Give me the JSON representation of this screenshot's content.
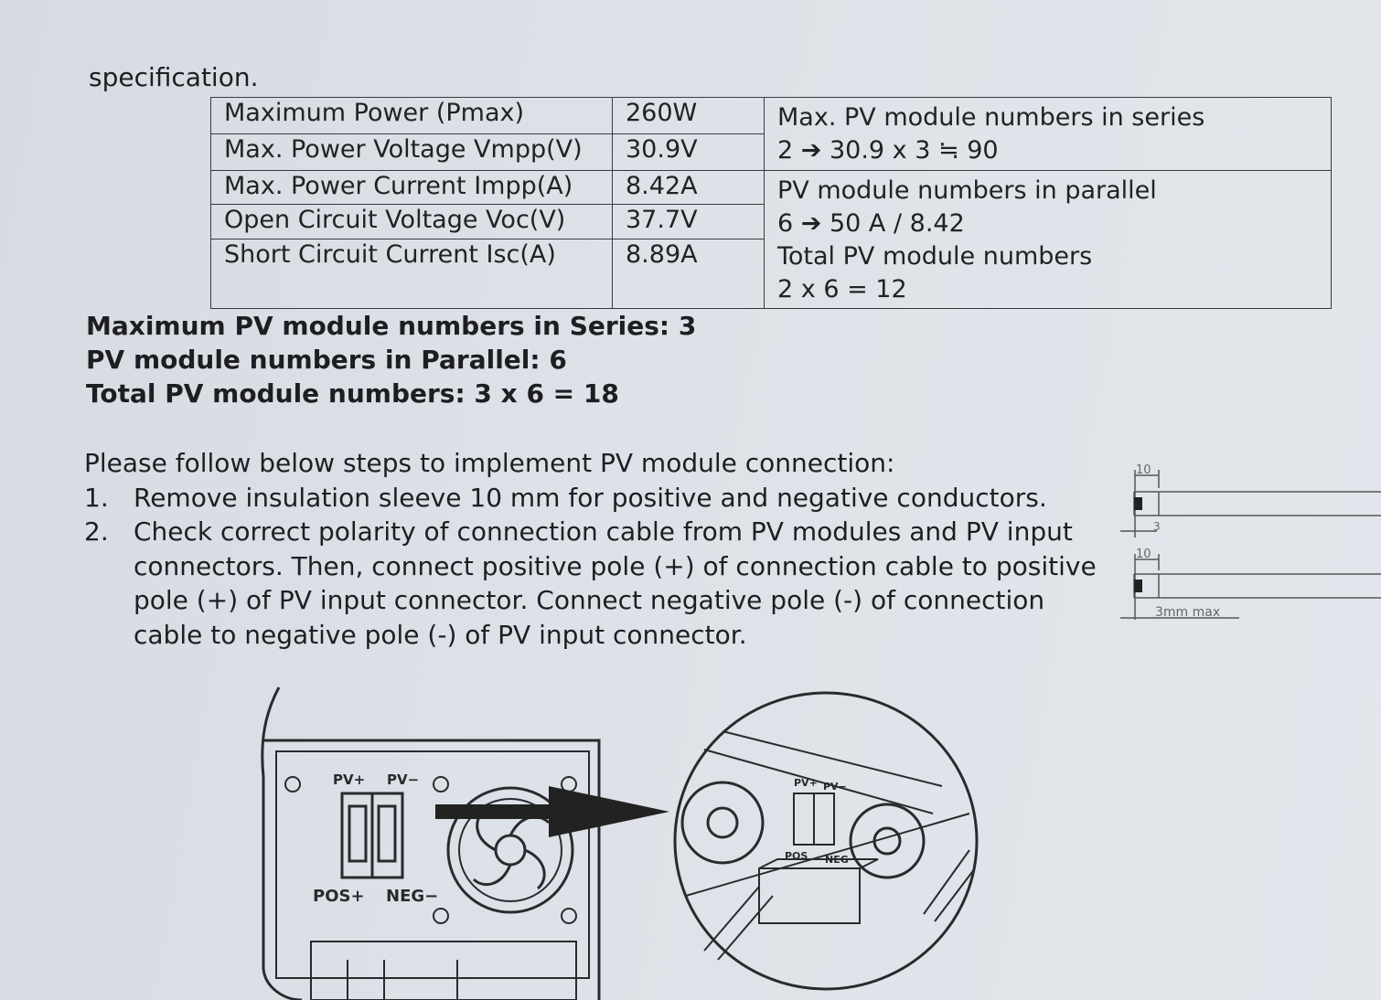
{
  "intro_text": "specification.",
  "spec_table": {
    "rows": [
      {
        "label": "Maximum Power (Pmax)",
        "value": "260W"
      },
      {
        "label": "Max. Power Voltage Vmpp(V)",
        "value": "30.9V"
      },
      {
        "label": "Max. Power Current Impp(A)",
        "value": "8.42A"
      },
      {
        "label": "Open Circuit Voltage Voc(V)",
        "value": "37.7V"
      },
      {
        "label": "Short Circuit Current Isc(A)",
        "value": "8.89A"
      }
    ],
    "notes": {
      "series_title": "Max. PV module numbers in series",
      "series_calc": "2 ➔ 30.9 x 3 ≒ 90",
      "parallel_title": "PV module numbers in parallel",
      "parallel_calc": "6 ➔ 50 A / 8.42",
      "total_title": "Total PV module numbers",
      "total_calc": "2 x 6 = 12"
    }
  },
  "summary": {
    "series": "Maximum PV module numbers in Series: 3",
    "parallel": "PV module numbers in Parallel: 6",
    "total": "Total PV module numbers: 3 x 6 = 18"
  },
  "steps": {
    "heading": "Please follow below steps to implement PV module connection:",
    "items": [
      {
        "number": "1.",
        "text": "Remove insulation sleeve 10 mm for positive and negative conductors."
      },
      {
        "number": "2.",
        "text": "Check correct polarity of connection cable from PV modules and PV input connectors. Then, connect positive pole (+) of connection cable to positive pole (+) of PV input connector. Connect negative pole (-) of connection cable to negative pole (-) of PV input connector."
      }
    ]
  },
  "wire_diagram": {
    "top_dim": "10",
    "top_side_dim": "3",
    "bottom_dim": "10",
    "bottom_side_dim": "3mm max"
  },
  "inverter_diagram": {
    "label_pv_plus": "PV+",
    "label_pv_minus": "PV−",
    "label_pos": "POS+",
    "label_neg": "NEG−",
    "zoom_label_pv_plus": "PV+",
    "zoom_label_pv_minus": "PV−",
    "zoom_label_pos": "POS",
    "zoom_label_neg": "NEG"
  }
}
